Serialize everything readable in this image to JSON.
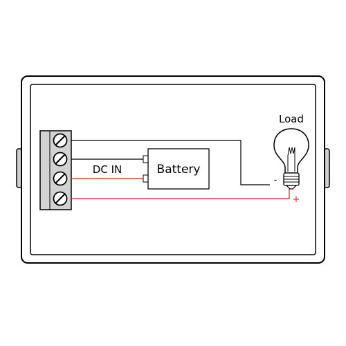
{
  "diagram": {
    "labels": {
      "dc_in": "DC IN",
      "battery": "Battery",
      "load": "Load",
      "minus": "-",
      "plus": "+"
    },
    "colors": {
      "enclosure": "#000000",
      "terminal_fill": "#cfcfcf",
      "wire_negative": "#000000",
      "wire_positive": "#e8131f"
    },
    "icons": {
      "terminal_screw": "screw-terminal-icon",
      "load": "light-bulb-icon"
    }
  }
}
